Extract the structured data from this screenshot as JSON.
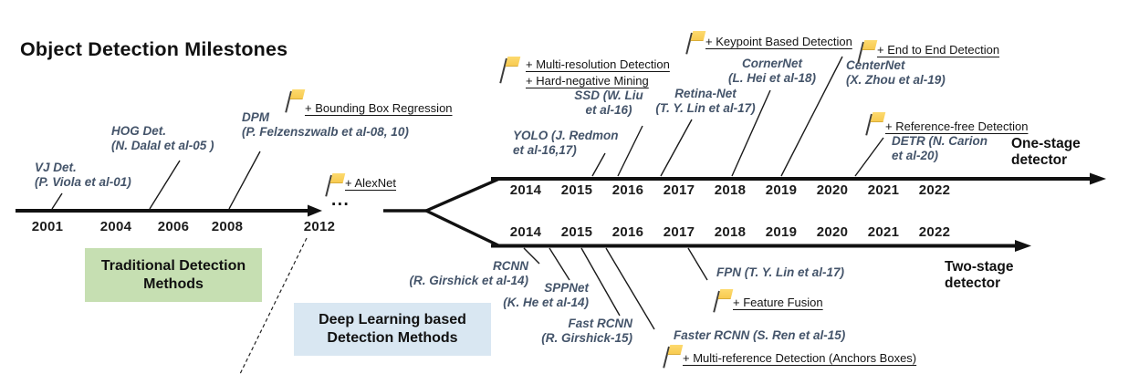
{
  "title": "Object Detection Milestones",
  "colors": {
    "milestone_text": "#44546A",
    "flag_yellow": "#F7C94E",
    "traditional_box_bg": "#C6DFB2",
    "deep_learning_box_bg": "#D9E7F2"
  },
  "era_boxes": {
    "traditional": {
      "line1": "Traditional Detection",
      "line2": "Methods"
    },
    "deep_learning": {
      "line1": "Deep Learning based",
      "line2": "Detection Methods"
    }
  },
  "main_timeline": {
    "years": [
      "2001",
      "2004",
      "2006",
      "2008",
      "2012"
    ],
    "ellipsis": "...",
    "milestones": [
      {
        "name": "VJ Det.",
        "cite": "(P. Viola et al-01)"
      },
      {
        "name": "HOG Det.",
        "cite": "(N. Dalal et al-05 )"
      },
      {
        "name": "DPM",
        "cite": "(P. Felzenszwalb et al-08, 10)"
      }
    ],
    "flags": [
      {
        "label": "+ Bounding Box Regression"
      },
      {
        "label": "+ AlexNet"
      }
    ]
  },
  "one_stage": {
    "label_line1": "One-stage",
    "label_line2": "detector",
    "years": [
      "2014",
      "2015",
      "2016",
      "2017",
      "2018",
      "2019",
      "2020",
      "2021",
      "2022"
    ],
    "milestones": [
      {
        "line1": "YOLO (J. Redmon",
        "line2": "et al-16,17)"
      },
      {
        "line1": "SSD (W. Liu",
        "line2": "et al-16)"
      },
      {
        "line1": "Retina-Net",
        "line2": "(T. Y. Lin et al-17)"
      },
      {
        "line1": "CornerNet",
        "line2": "(L. Hei et al-18)"
      },
      {
        "line1": "CenterNet",
        "line2": "(X. Zhou et al-19)"
      },
      {
        "line1": "DETR (N. Carion",
        "line2": "et al-20)"
      }
    ],
    "flags": [
      {
        "line1": "+ Multi-resolution Detection",
        "line2": "+ Hard-negative Mining"
      },
      {
        "line1": "+ Keypoint Based Detection"
      },
      {
        "line1": "+ End to End Detection"
      },
      {
        "line1": "+ Reference-free Detection"
      }
    ]
  },
  "two_stage": {
    "label_line1": "Two-stage",
    "label_line2": "detector",
    "years": [
      "2014",
      "2015",
      "2016",
      "2017",
      "2018",
      "2019",
      "2020",
      "2021",
      "2022"
    ],
    "milestones": [
      {
        "line1": "RCNN",
        "line2": "(R. Girshick et al-14)"
      },
      {
        "line1": "SPPNet",
        "line2": "(K. He et al-14)"
      },
      {
        "line1": "Fast RCNN",
        "line2": "(R. Girshick-15)"
      },
      {
        "line1": "Faster RCNN (S. Ren et al-15)"
      },
      {
        "line1": "FPN (T. Y. Lin et al-17)"
      }
    ],
    "flags": [
      {
        "line1": "+ Feature Fusion"
      },
      {
        "line1": "+ Multi-reference Detection (Anchors Boxes)"
      }
    ]
  }
}
